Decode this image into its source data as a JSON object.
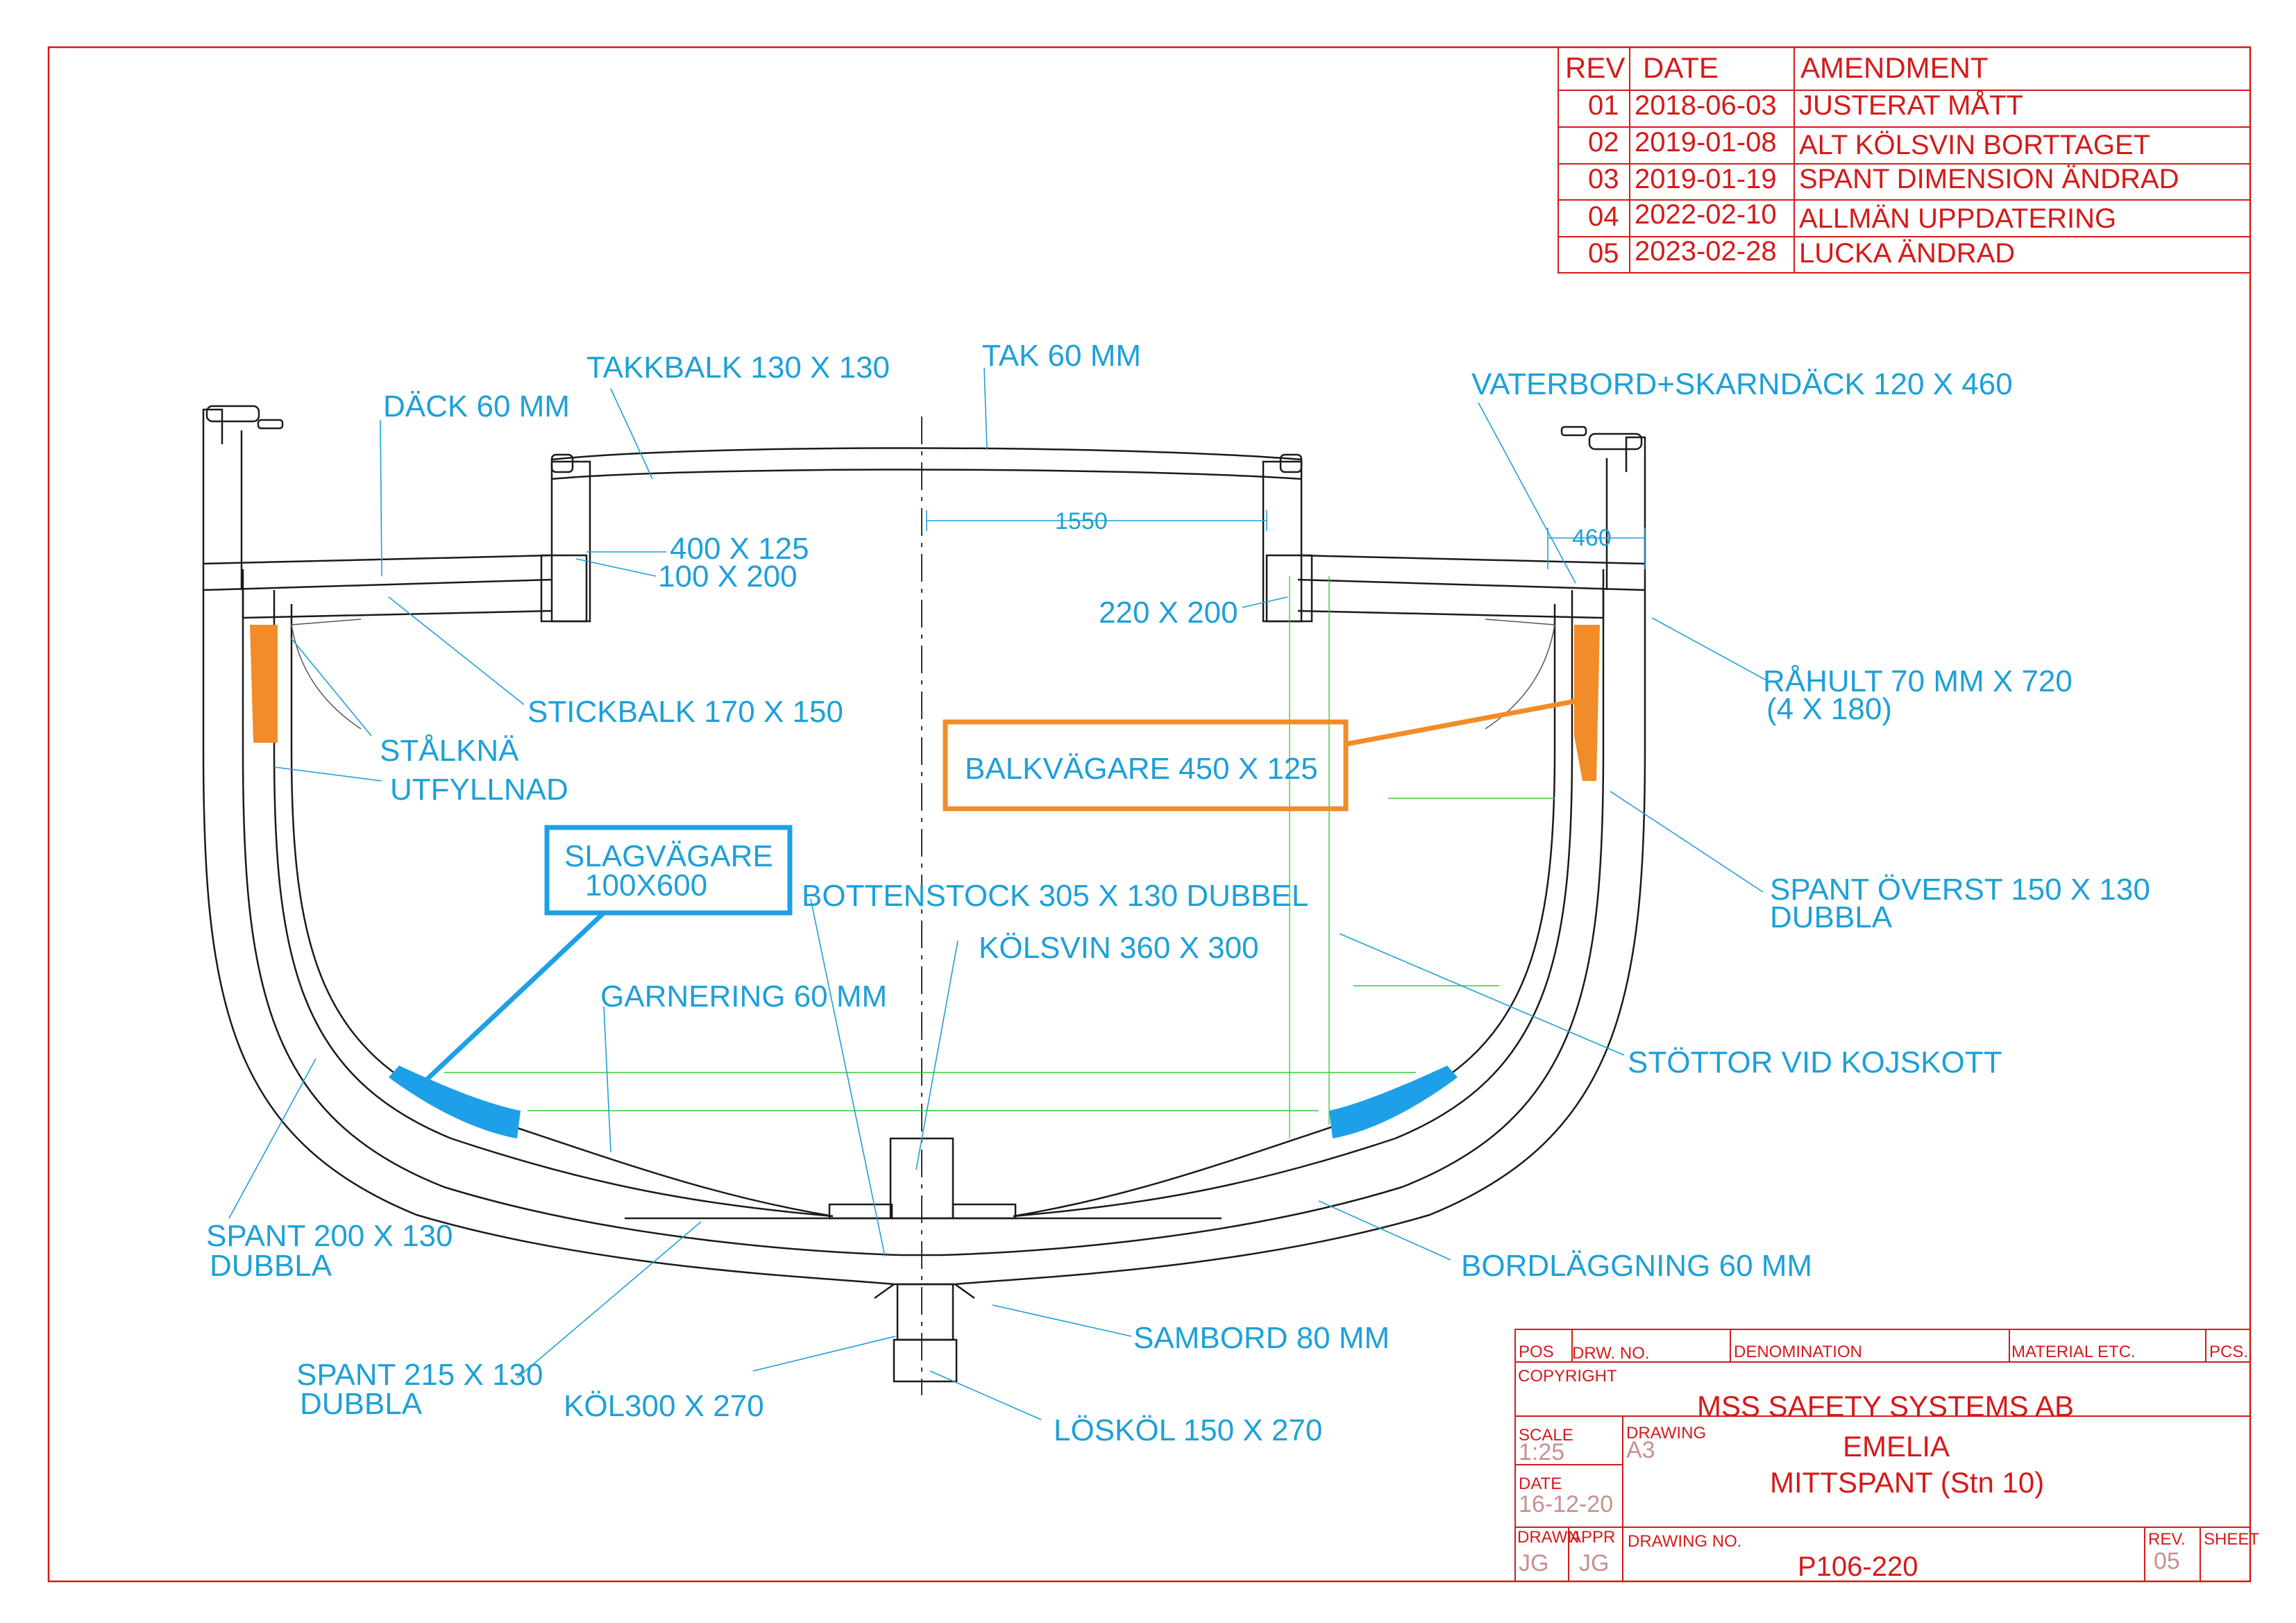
{
  "revisions": {
    "headers": [
      "REV",
      "DATE",
      "AMENDMENT"
    ],
    "rows": [
      [
        "01",
        "2018-06-03",
        "JUSTERAT MÅTT"
      ],
      [
        "02",
        "2019-01-08",
        "ALT KÖLSVIN BORTTAGET"
      ],
      [
        "03",
        "2019-01-19",
        "SPANT DIMENSION ÄNDRAD"
      ],
      [
        "04",
        "2022-02-10",
        "ALLMÄN UPPDATERING"
      ],
      [
        "05",
        "2023-02-28",
        "LUCKA ÄNDRAD"
      ]
    ]
  },
  "labels": {
    "takkbalk": "TAKKBALK 130 X 130",
    "tak": "TAK 60 MM",
    "dack": "DÄCK 60 MM",
    "vaterbord": "VATERBORD+SKARNDÄCK 120 X 460",
    "d400": "400 X 125",
    "d100": "100 X 200",
    "d220": "220 X 200",
    "dim1550": "1550",
    "dim460": "460",
    "stickbalk": "STICKBALK 170 X 150",
    "stalkna": "STÅLKNÄ",
    "utfyllnad": "UTFYLLNAD",
    "balkvagare": "BALKVÄGARE 450 X 125",
    "rahult1": "RÅHULT 70 MM X 720",
    "rahult2": "(4 X 180)",
    "slagvagare1": "SLAGVÄGARE",
    "slagvagare2": "100X600",
    "bottenstock": "BOTTENSTOCK 305 X 130 DUBBEL",
    "kolsvin": "KÖLSVIN 360 X 300",
    "spantoverst1": "SPANT ÖVERST 150 X 130",
    "spantoverst2": "DUBBLA",
    "garnering": "GARNERING 60 MM",
    "stottor": "STÖTTOR VID KOJSKOTT",
    "spant200_1": "SPANT 200 X 130",
    "spant200_2": "DUBBLA",
    "bordlaggning": "BORDLÄGGNING 60 MM",
    "sambord": "SAMBORD 80 MM",
    "spant215_1": "SPANT 215 X 130",
    "spant215_2": "DUBBLA",
    "kol": "KÖL300 X 270",
    "loskol": "LÖSKÖL 150 X 270"
  },
  "titleblock": {
    "pos": "POS",
    "drw_no": "DRW. NO.",
    "denomination": "DENOMINATION",
    "material": "MATERIAL ETC.",
    "pcs": "PCS.",
    "copyright": "COPYRIGHT",
    "company": "MSS SAFETY SYSTEMS AB",
    "scale_label": "SCALE",
    "scale_value": "1:25",
    "drawing_label": "DRAWING",
    "drawing_value": "A3",
    "project": "EMELIA",
    "title": "MITTSPANT (Stn 10)",
    "date_label": "DATE",
    "date_value": "16-12-20",
    "drawn_label": "DRAWN",
    "appr_label": "APPR",
    "drawn_value": "JG",
    "appr_value": "JG",
    "drawing_no_label": "DRAWING NO.",
    "drawing_no_value": "P106-220",
    "rev_label": "REV.",
    "rev_value": "05",
    "sheet_label": "SHEET"
  },
  "colors": {
    "label": "#1ea0d8",
    "red": "#d41a1a",
    "orange_highlight": "#f28c28",
    "blue_highlight": "#1ea0e8"
  }
}
